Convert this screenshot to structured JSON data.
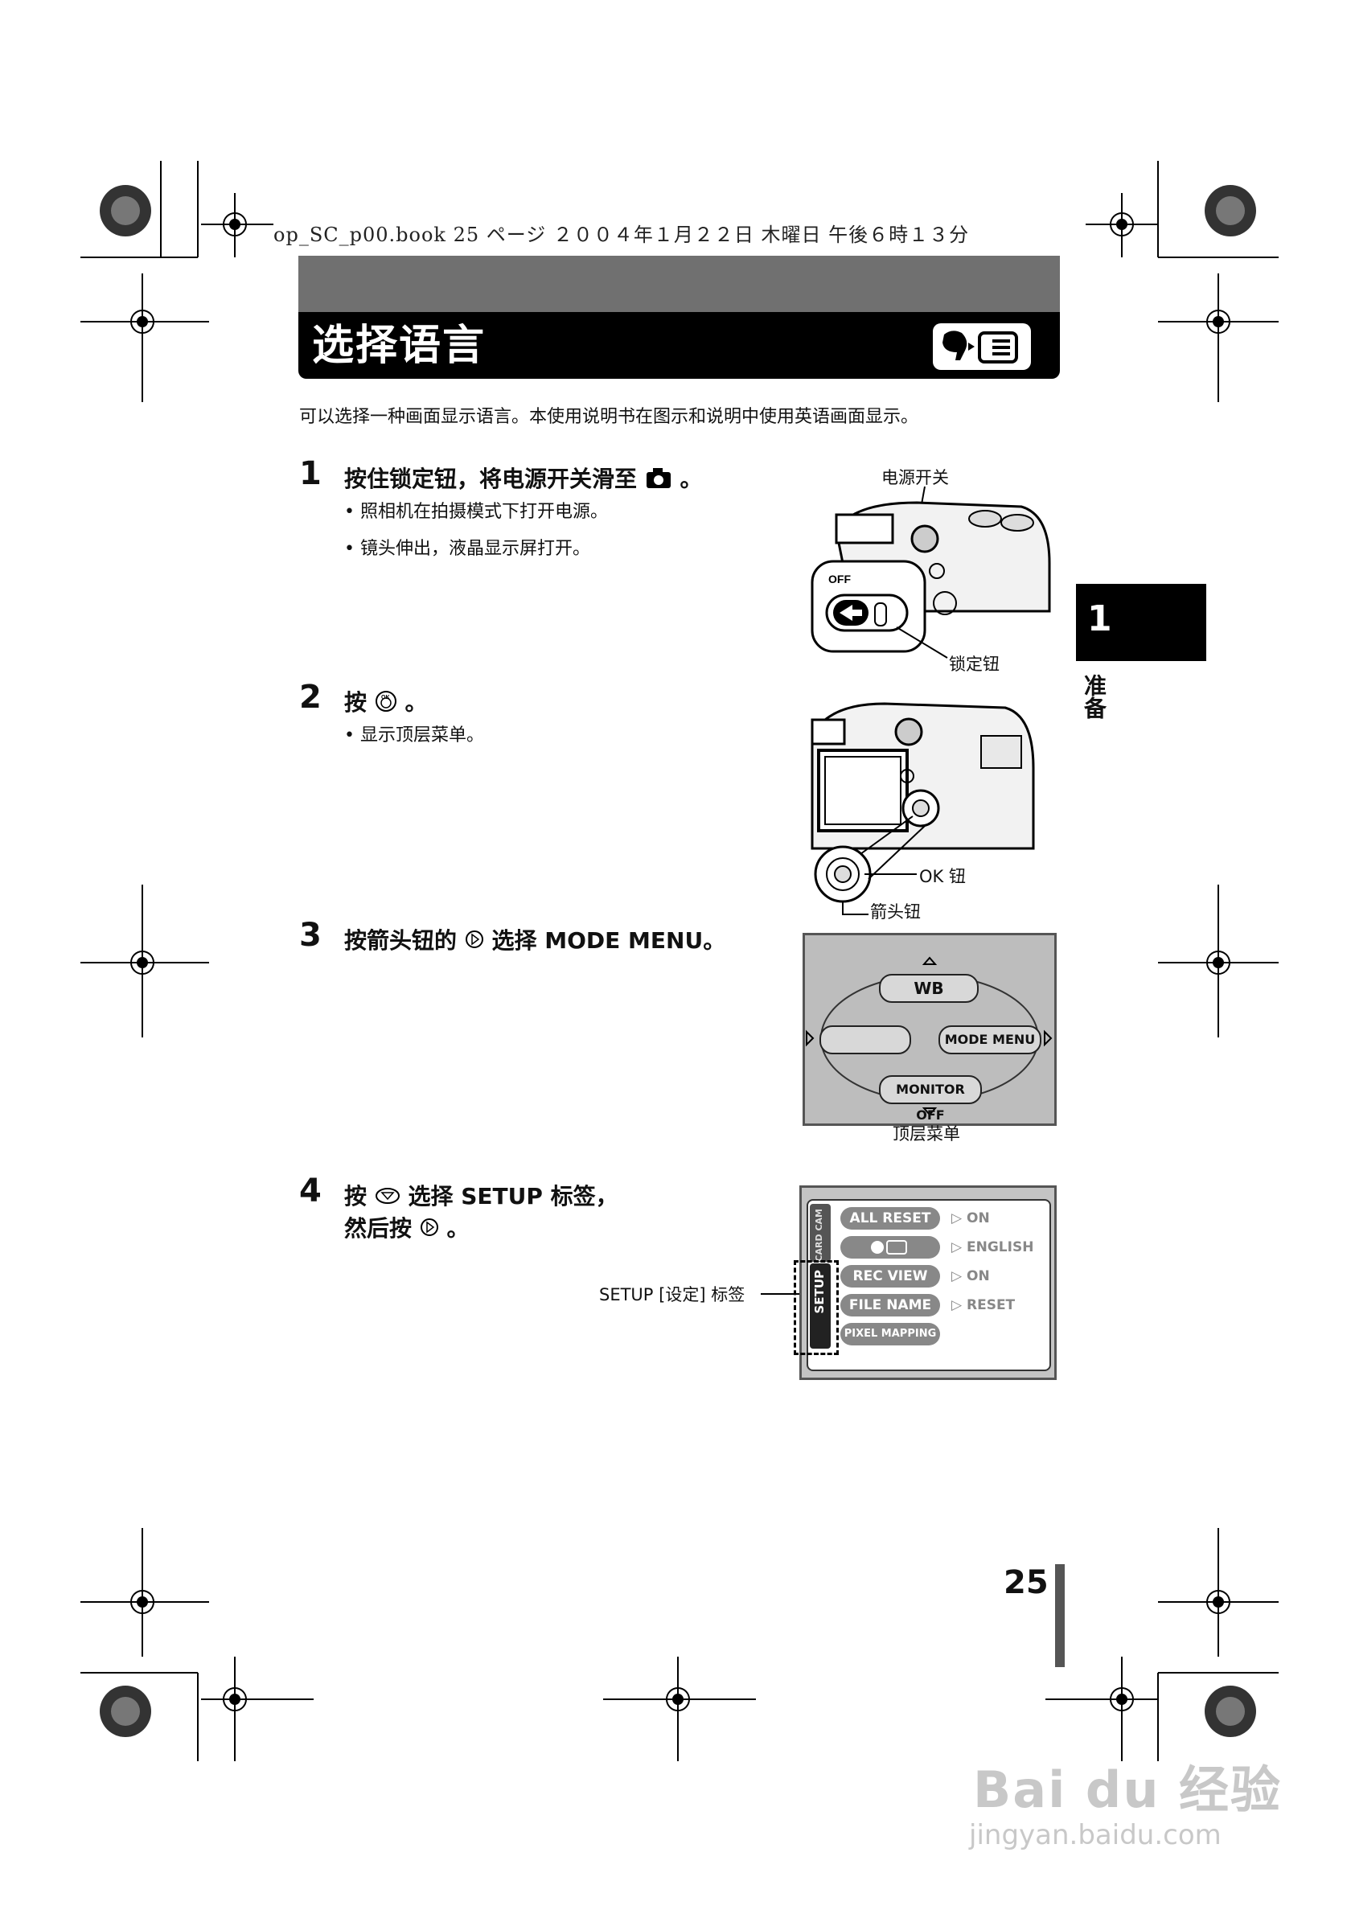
{
  "header": {
    "file_line": "op_SC_p00.book  25 ページ  ２００４年１月２２日  木曜日  午後６時１３分"
  },
  "title": {
    "text": "选择语言"
  },
  "intro": "可以选择一种画面显示语言。本使用说明书在图示和说明中使用英语画面显示。",
  "steps": [
    {
      "num": "1",
      "title_pre": "按住锁定钮，将电源开关滑至",
      "title_post": "。",
      "bullets": [
        "照相机在拍摄模式下打开电源。",
        "镜头伸出，液晶显示屏打开。"
      ]
    },
    {
      "num": "2",
      "title_pre": "按",
      "title_post": "。",
      "bullets": [
        "显示顶层菜单。"
      ]
    },
    {
      "num": "3",
      "title_pre": "按箭头钮的",
      "title_post": "选择 MODE MENU。"
    },
    {
      "num": "4",
      "title_pre": "按",
      "title_post": "选择 SETUP 标签，",
      "title_line2_pre": "然后按",
      "title_line2_post": "。"
    }
  ],
  "figures": {
    "camera1": {
      "power_switch": "电源开关",
      "lock_button": "锁定钮",
      "off_label": "OFF"
    },
    "camera2": {
      "ok_button": "OK 钮",
      "arrow_buttons": "箭头钮"
    },
    "top_menu": {
      "caption": "顶层菜单",
      "wb": "WB",
      "mode_menu": "MODE MENU",
      "monitor_off": "MONITOR OFF"
    },
    "setup_menu": {
      "tab_label": "SETUP [设定] 标签",
      "tab_setup": "SETUP",
      "tab_card": "CARD CAM",
      "rows": [
        {
          "name": "ALL RESET",
          "value": "ON"
        },
        {
          "name": "",
          "value": "ENGLISH"
        },
        {
          "name": "REC VIEW",
          "value": "ON"
        },
        {
          "name": "FILE NAME",
          "value": "RESET"
        },
        {
          "name": "PIXEL MAPPING",
          "value": ""
        }
      ]
    }
  },
  "side_tab": {
    "number": "1",
    "label": "准备"
  },
  "page_number": "25",
  "watermark": {
    "brand": "Bai du 经验",
    "url": "jingyan.baidu.com"
  }
}
